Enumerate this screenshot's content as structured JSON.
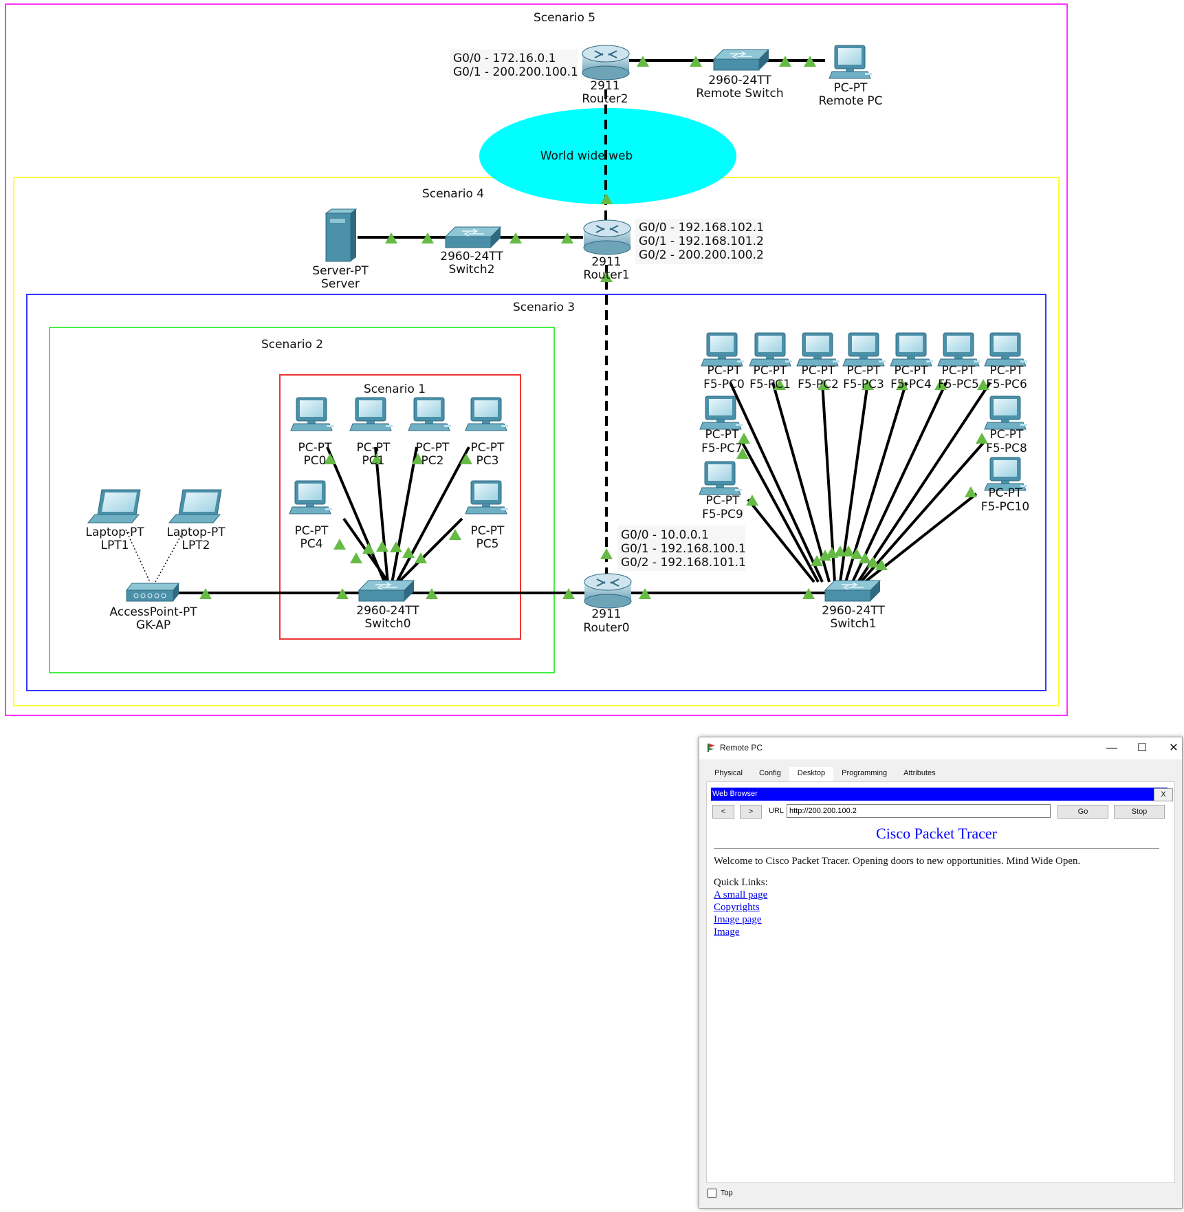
{
  "scenarios": {
    "s5": "Scenario 5",
    "s4": "Scenario 4",
    "s3": "Scenario 3",
    "s2": "Scenario 2",
    "s1": "Scenario 1"
  },
  "colors": {
    "s5_border": "#ff33ff",
    "s4_border": "#ffff33",
    "s3_border": "#3333ff",
    "s2_border": "#44ee44",
    "s1_border": "#ee3333",
    "cloud": "#00ffff",
    "link_up": "#66bb44",
    "device": "#4a90a8",
    "browser_bar": "#0000ff",
    "page_title": "#0000ff"
  },
  "cloud_label": "World wide web",
  "router2": {
    "model": "2911",
    "name": "Router2",
    "ifaces": [
      "G0/0 - 172.16.0.1",
      "G0/1 - 200.200.100.1"
    ]
  },
  "remote_switch": {
    "model": "2960-24TT",
    "name": "Remote Switch"
  },
  "remote_pc": {
    "model": "PC-PT",
    "name": "Remote PC"
  },
  "server": {
    "model": "Server-PT",
    "name": "Server"
  },
  "switch2": {
    "model": "2960-24TT",
    "name": "Switch2"
  },
  "router1": {
    "model": "2911",
    "name": "Router1",
    "ifaces": [
      "G0/0 - 192.168.102.1",
      "G0/1 - 192.168.101.2",
      "G0/2 - 200.200.100.2"
    ]
  },
  "router0": {
    "model": "2911",
    "name": "Router0",
    "ifaces": [
      "G0/0 - 10.0.0.1",
      "G0/1 - 192.168.100.1",
      "G0/2 - 192.168.101.1"
    ]
  },
  "switch0": {
    "model": "2960-24TT",
    "name": "Switch0"
  },
  "switch1": {
    "model": "2960-24TT",
    "name": "Switch1"
  },
  "access_point": {
    "model": "AccessPoint-PT",
    "name": "GK-AP"
  },
  "laptops": [
    {
      "model": "Laptop-PT",
      "name": "LPT1"
    },
    {
      "model": "Laptop-PT",
      "name": "LPT2"
    }
  ],
  "s1_pcs": [
    {
      "model": "PC-PT",
      "name": "PC0"
    },
    {
      "model": "PC-PT",
      "name": "PC1"
    },
    {
      "model": "PC-PT",
      "name": "PC2"
    },
    {
      "model": "PC-PT",
      "name": "PC3"
    },
    {
      "model": "PC-PT",
      "name": "PC4"
    },
    {
      "model": "PC-PT",
      "name": "PC5"
    }
  ],
  "f5_pcs": [
    {
      "model": "PC-PT",
      "name": "F5-PC0"
    },
    {
      "model": "PC-PT",
      "name": "F5-PC1"
    },
    {
      "model": "PC-PT",
      "name": "F5-PC2"
    },
    {
      "model": "PC-PT",
      "name": "F5-PC3"
    },
    {
      "model": "PC-PT",
      "name": "F5-PC4"
    },
    {
      "model": "PC-PT",
      "name": "F5-PC5"
    },
    {
      "model": "PC-PT",
      "name": "F5-PC6"
    },
    {
      "model": "PC-PT",
      "name": "F5-PC7"
    },
    {
      "model": "PC-PT",
      "name": "F5-PC8"
    },
    {
      "model": "PC-PT",
      "name": "F5-PC9"
    },
    {
      "model": "PC-PT",
      "name": "F5-PC10"
    }
  ],
  "window": {
    "title": "Remote PC",
    "minimize": "—",
    "maximize": "☐",
    "close": "✕",
    "tabs": [
      "Physical",
      "Config",
      "Desktop",
      "Programming",
      "Attributes"
    ],
    "active_tab": "Desktop",
    "browser": {
      "bar_title": "Web Browser",
      "bar_close": "X",
      "back": "<",
      "forward": ">",
      "url_label": "URL",
      "url": "http://200.200.100.2",
      "go": "Go",
      "stop": "Stop",
      "page_title": "Cisco Packet Tracer",
      "welcome": "Welcome to Cisco Packet Tracer. Opening doors to new opportunities. Mind Wide Open.",
      "quick_links_label": "Quick Links:",
      "links": [
        "A small page",
        "Copyrights",
        "Image page",
        "Image"
      ]
    },
    "top_checkbox": "Top"
  }
}
